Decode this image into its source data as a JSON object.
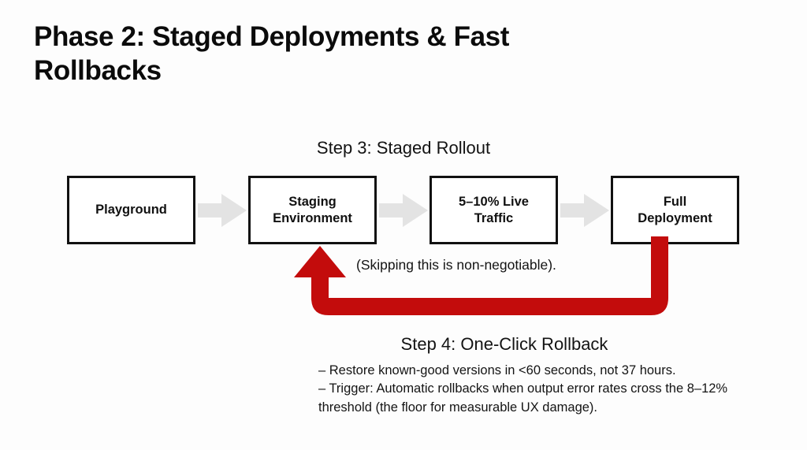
{
  "slide": {
    "title": "Phase 2: Staged Deployments & Fast Rollbacks",
    "background_color": "#fdfdfd",
    "text_color": "#111111"
  },
  "step3": {
    "heading": "Step 3: Staged Rollout",
    "note": "(Skipping this is non-negotiable).",
    "flow": {
      "box_border_color": "#111111",
      "box_fill_color": "#ffffff",
      "arrow_color": "#e3e3e3",
      "boxes": [
        {
          "id": "playground",
          "label": "Playground"
        },
        {
          "id": "staging",
          "label": "Staging\nEnvironment"
        },
        {
          "id": "traffic",
          "label": "5–10% Live\nTraffic"
        },
        {
          "id": "full",
          "label": "Full\nDeployment"
        }
      ],
      "connectors": [
        {
          "id": "arrow-1",
          "icon": "right-arrow-icon",
          "from": "playground",
          "to": "staging"
        },
        {
          "id": "arrow-2",
          "icon": "right-arrow-icon",
          "from": "staging",
          "to": "traffic"
        },
        {
          "id": "arrow-3",
          "icon": "right-arrow-icon",
          "from": "traffic",
          "to": "full"
        }
      ]
    }
  },
  "step4": {
    "heading": "Step 4: One-Click Rollback",
    "rollback_arrow": {
      "icon": "rollback-arrow-icon",
      "color": "#c30c0c",
      "from": "full",
      "to": "staging"
    },
    "bullets": [
      "– Restore known-good versions in <60 seconds, not 37 hours.",
      "– Trigger: Automatic rollbacks when output error rates cross the 8–12% threshold (the floor for measurable UX damage)."
    ]
  }
}
